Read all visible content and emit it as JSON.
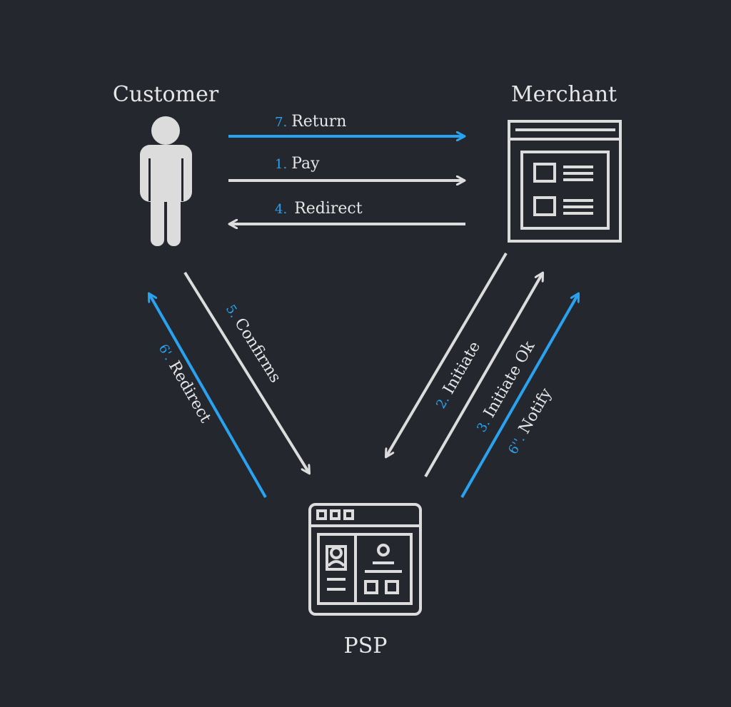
{
  "colors": {
    "background": "#24272e",
    "line": "#dcdcdc",
    "accent": "#29a3ef",
    "text": "#e6e6e6"
  },
  "nodes": {
    "customer": {
      "label": "Customer",
      "icon": "person-icon"
    },
    "merchant": {
      "label": "Merchant",
      "icon": "webpage-icon"
    },
    "psp": {
      "label": "PSP",
      "icon": "payment-portal-icon"
    }
  },
  "flows": {
    "return": {
      "step": "7.",
      "text": "Return",
      "accent": true
    },
    "pay": {
      "step": "1.",
      "text": "Pay",
      "accent": false
    },
    "redirect_customer": {
      "step": "4.",
      "text": "Redirect",
      "accent": false
    },
    "confirms": {
      "step": "5.",
      "text": "Confirms",
      "accent": false
    },
    "redirect_psp": {
      "step": "6'.",
      "text": "Redirect",
      "accent": true
    },
    "initiate": {
      "step": "2.",
      "text": "Initiate",
      "accent": false
    },
    "initiate_ok": {
      "step": "3.",
      "text": "Initiate Ok",
      "accent": false
    },
    "notify": {
      "step": "6''.",
      "text": "Notify",
      "accent": true
    }
  }
}
